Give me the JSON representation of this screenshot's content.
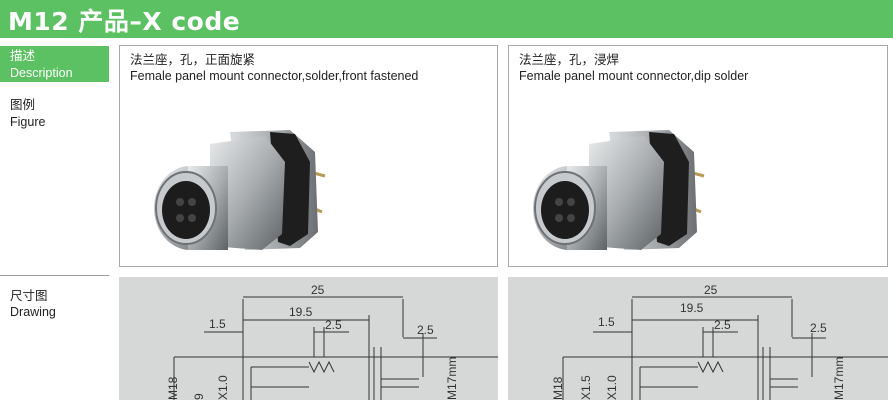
{
  "header": {
    "title": "M12 产品–X code"
  },
  "labels": {
    "desc_cn": "描述",
    "desc_en": "Description",
    "fig_cn": "图例",
    "fig_en": "Figure",
    "draw_cn": "尺寸图",
    "draw_en": "Drawing"
  },
  "products": [
    {
      "desc_cn": "法兰座，孔，正面旋紧",
      "desc_en": "Female panel mount connector,solder,front fastened",
      "drawing": {
        "overall": "25",
        "body": "19.5",
        "flange": "1.5",
        "pitch": "2.5",
        "pin": "2.5",
        "thread": "M18",
        "height": "M17mm",
        "k": "X1.0",
        "nine": "9"
      }
    },
    {
      "desc_cn": "法兰座，孔，浸焊",
      "desc_en": "Female panel mount connector,dip solder",
      "drawing": {
        "overall": "25",
        "body": "19.5",
        "flange": "1.5",
        "pitch": "2.5",
        "pin": "2.5",
        "thread": "M18",
        "height": "M17mm",
        "k1": "X1.5",
        "k": "X1.0"
      }
    }
  ],
  "colors": {
    "header_green": "#5cc163",
    "drawing_bg": "#d6d8d8",
    "metal": "#b9bcbe"
  }
}
